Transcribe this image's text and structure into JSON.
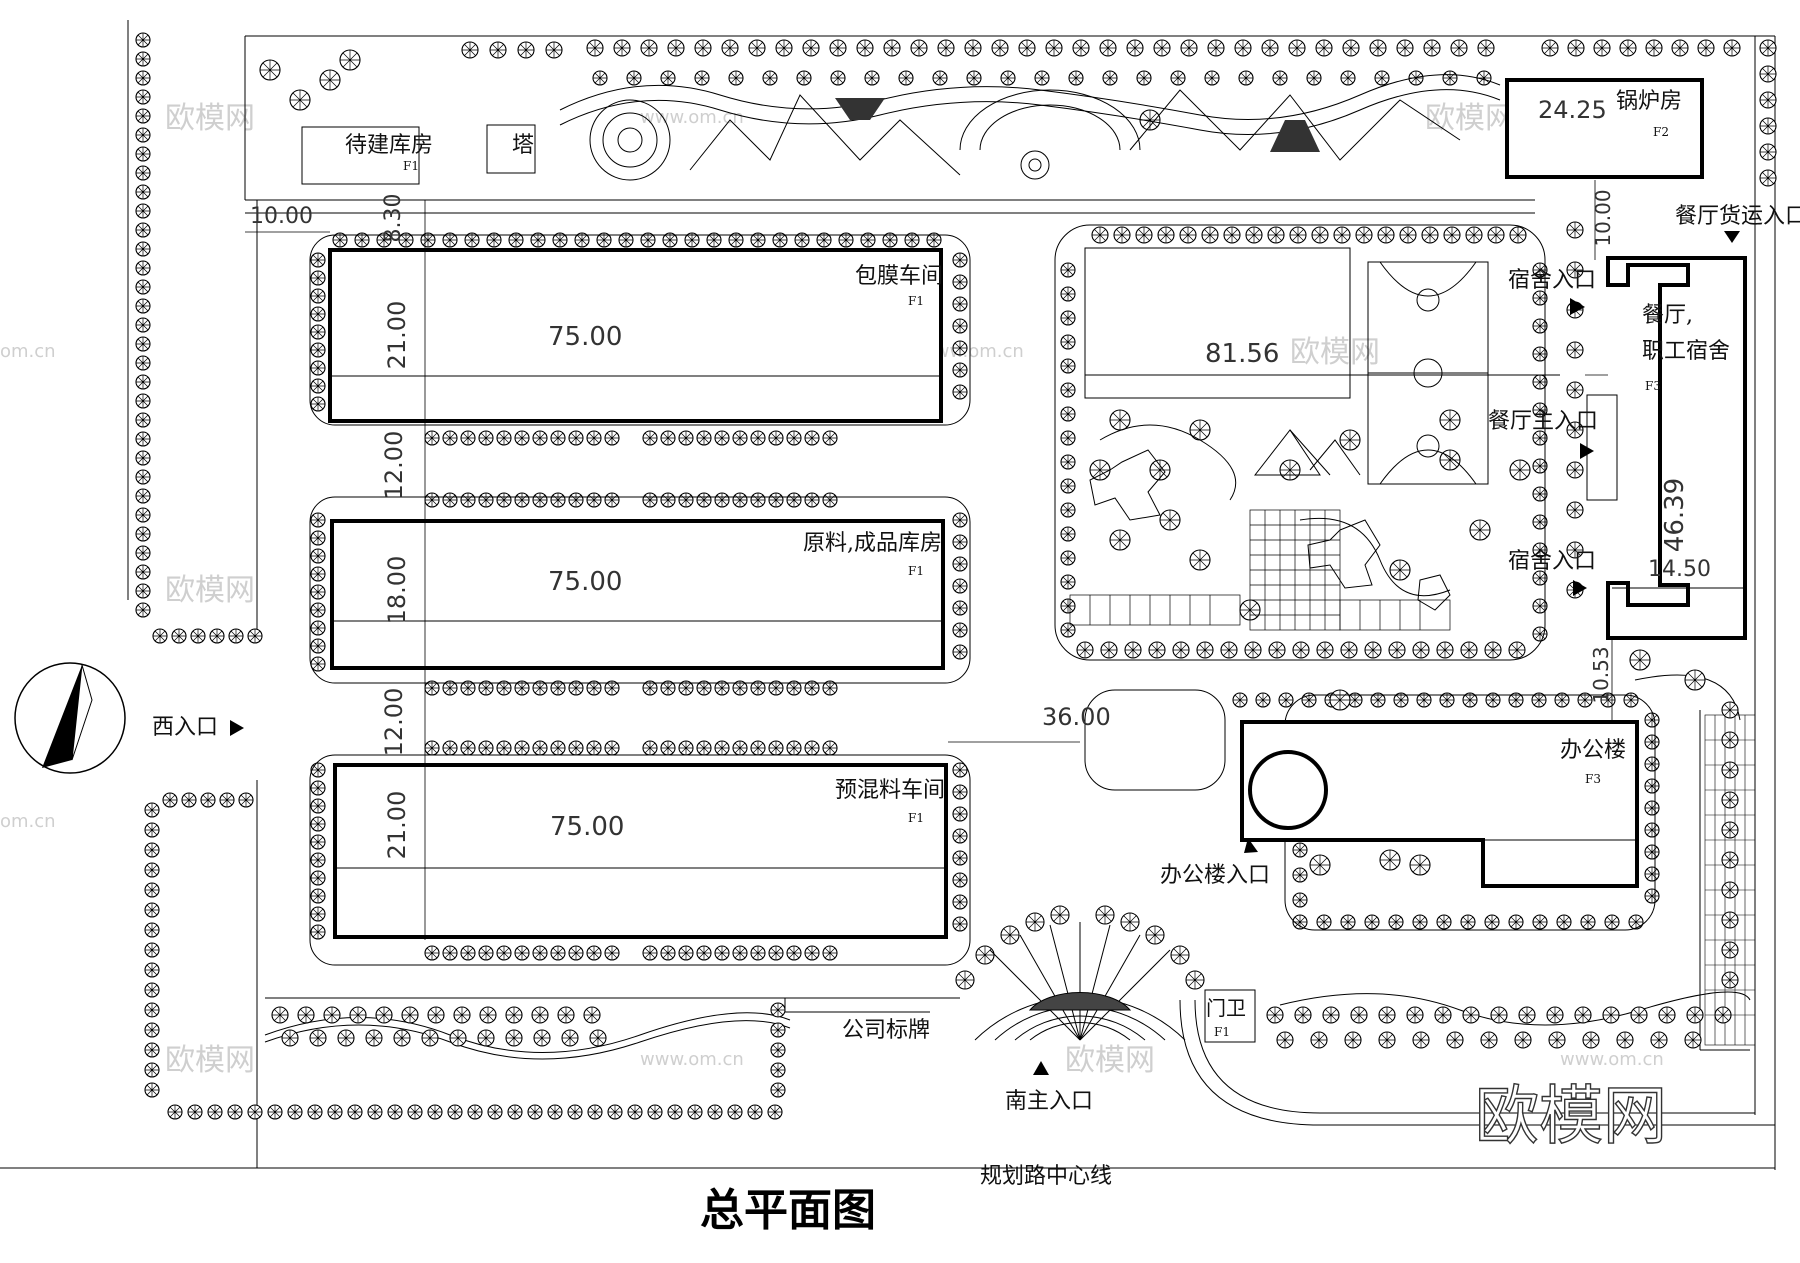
{
  "title": "总平面图",
  "road_label": "规划路中心线",
  "watermark": {
    "brand": "欧模网",
    "url": "www.om.cn",
    "short_url": "om.cn"
  },
  "buildings": {
    "pending_warehouse": {
      "name": "待建库房",
      "floor": "F1"
    },
    "tower": {
      "name": "塔"
    },
    "boiler": {
      "name": "锅炉房",
      "floor": "F2",
      "dim": "24.25"
    },
    "film_workshop": {
      "name": "包膜车间",
      "floor": "F1",
      "length": "75.00",
      "width": "21.00"
    },
    "warehouse": {
      "name": "原料,成品库房",
      "floor": "F1",
      "length": "75.00",
      "width": "18.00"
    },
    "premix_workshop": {
      "name": "预混料车间",
      "floor": "F1",
      "length": "75.00",
      "width": "21.00"
    },
    "canteen": {
      "name_line1": "餐厅,",
      "name_line2": "职工宿舍",
      "floor": "F3",
      "length": "46.39",
      "width": "14.50"
    },
    "office": {
      "name": "办公楼",
      "floor": "F3"
    },
    "gate_house": {
      "name": "门卫",
      "floor": "F1"
    }
  },
  "dimensions": {
    "top_gap": "10.00",
    "top_gap_2": "8.30",
    "row_gap_1": "12.00",
    "row_gap_2": "12.00",
    "sports_field": "81.56",
    "office_offset": "36.00",
    "canteen_top_gap": "10.00",
    "canteen_bottom_gap": "10.53"
  },
  "entrances": {
    "west": "西入口",
    "south_main": "南主入口",
    "office": "办公楼入口",
    "canteen_main": "餐厅主入口",
    "canteen_cargo": "餐厅货运入口",
    "dorm_1": "宿舍入口",
    "dorm_2": "宿舍入口"
  },
  "company_sign": "公司标牌"
}
